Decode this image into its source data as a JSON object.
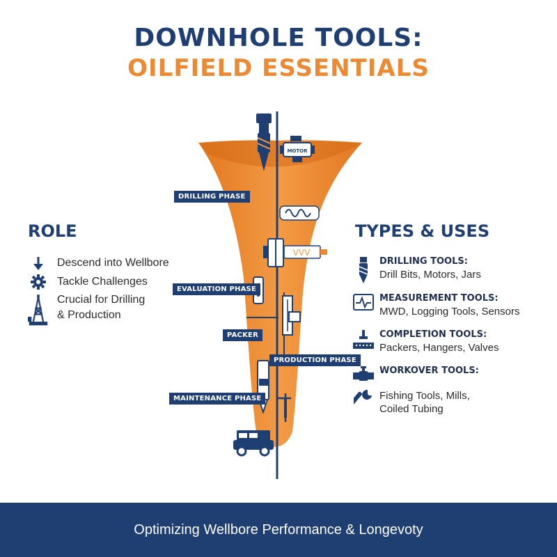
{
  "header": {
    "title_line1": "DOWNHOLE TOOLS:",
    "title_line2": "OILFIELD ESSENTIALS"
  },
  "diagram": {
    "motor_label": "MOTOR",
    "phases": {
      "drilling": "DRILLING PHASE",
      "evaluation": "EVALUATION PHASE",
      "packer": "PACKER",
      "production": "PRODUCTION PHASE",
      "maintenance": "MAINTENANCE PHASE"
    }
  },
  "role": {
    "title": "ROLE",
    "items": [
      {
        "icon": "arrow-down-icon",
        "text": "Descend into Wellbore"
      },
      {
        "icon": "gear-icon",
        "text": "Tackle Challenges"
      },
      {
        "icon": "oil-rig-icon",
        "line1": "Crucial for Drilling",
        "line2": "& Production"
      }
    ]
  },
  "types": {
    "title": "TYPES & USES",
    "items": [
      {
        "icon": "drill-bit-icon",
        "head": "DRILLING TOOLS:",
        "desc": "Drill Bits, Motors, Jars"
      },
      {
        "icon": "waveform-monitor-icon",
        "head": "MEASUREMENT TOOLS:",
        "desc": "MWD, Logging Tools, Sensors"
      },
      {
        "icon": "packer-icon",
        "head": "COMPLETION TOOLS:",
        "desc": "Packers, Hangers, Valves"
      },
      {
        "icon": "valve-icon",
        "head": "WORKOVER TOOLS:",
        "desc": ""
      },
      {
        "icon": "wrench-icon",
        "head": "",
        "desc_line1": "Fishing Tools, Mills,",
        "desc_line2": "Coiled Tubing"
      }
    ]
  },
  "footer": {
    "text": "Optimizing Wellbore Performance & Longevoty"
  },
  "colors": {
    "navy": "#1f3f73",
    "orange": "#ec8a33"
  }
}
